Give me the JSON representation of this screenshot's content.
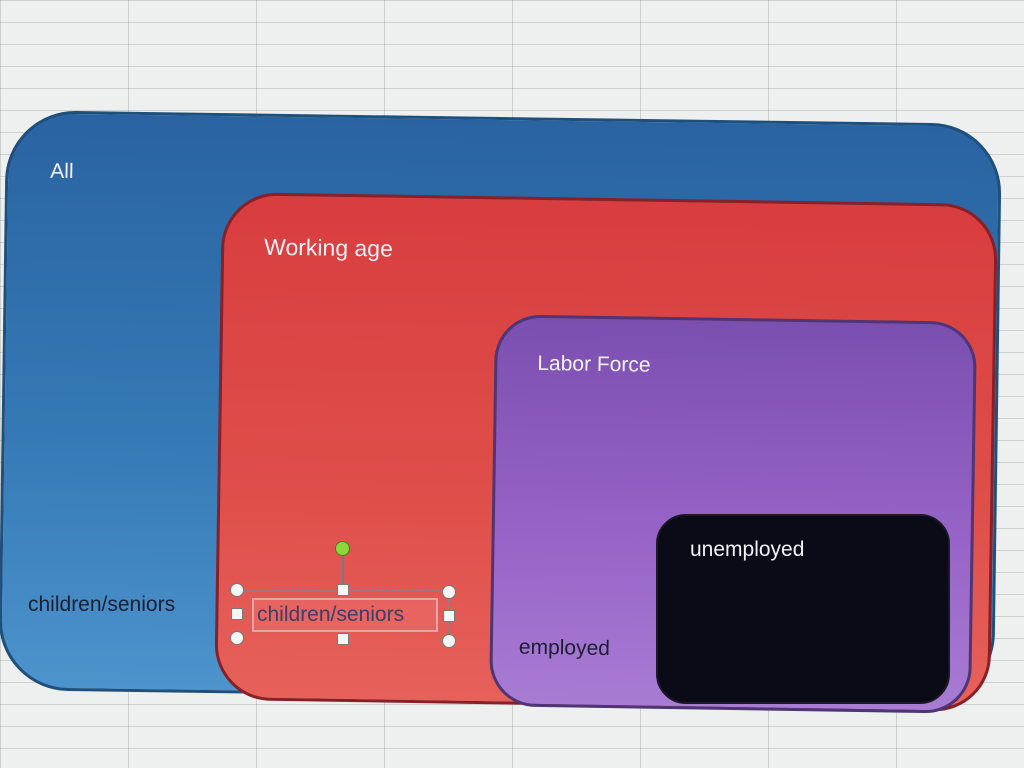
{
  "diagram": {
    "regions": {
      "all": {
        "label": "All",
        "color": "#2f6fab"
      },
      "working_age": {
        "label": "Working age",
        "color": "#dd4846"
      },
      "labor_force": {
        "label": "Labor Force",
        "color": "#8e5cc0"
      },
      "unemployed": {
        "label": "unemployed",
        "color": "#0b0b18"
      }
    },
    "labels": {
      "children_seniors_outer": "children/seniors",
      "children_seniors_selected": "children/seniors",
      "employed": "employed"
    }
  },
  "selection": {
    "handle_color": "#8fd63a"
  }
}
